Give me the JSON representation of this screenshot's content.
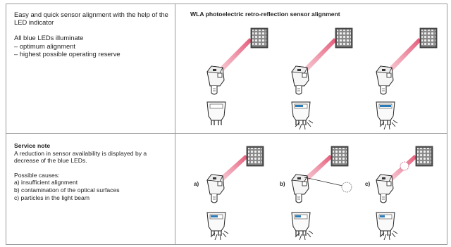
{
  "top_left": {
    "heading": "Easy and quick sensor alignment with the help of the LED indicator",
    "lead": "All blue LEDs illuminate",
    "items": [
      "– optimum alignment",
      "– highest possible operating reserve"
    ]
  },
  "top_right": {
    "title": "WLA photoelectric retro-reflection sensor alignment"
  },
  "bottom_left": {
    "title": "Service note",
    "body": "A reduction in sensor availability is displayed by a decrease of the blue LEDs.",
    "causes_label": "Possible causes:",
    "causes": [
      "a) insufficient alignment",
      "b) contamination of the optical surfaces",
      "c) particles in the light beam"
    ]
  },
  "bottom_right": {
    "labels": [
      "a)",
      "b)",
      "c)"
    ]
  },
  "colors": {
    "beam": "#e8607a",
    "led_blue": "#2a7bb8",
    "border": "#9a9a9a"
  }
}
